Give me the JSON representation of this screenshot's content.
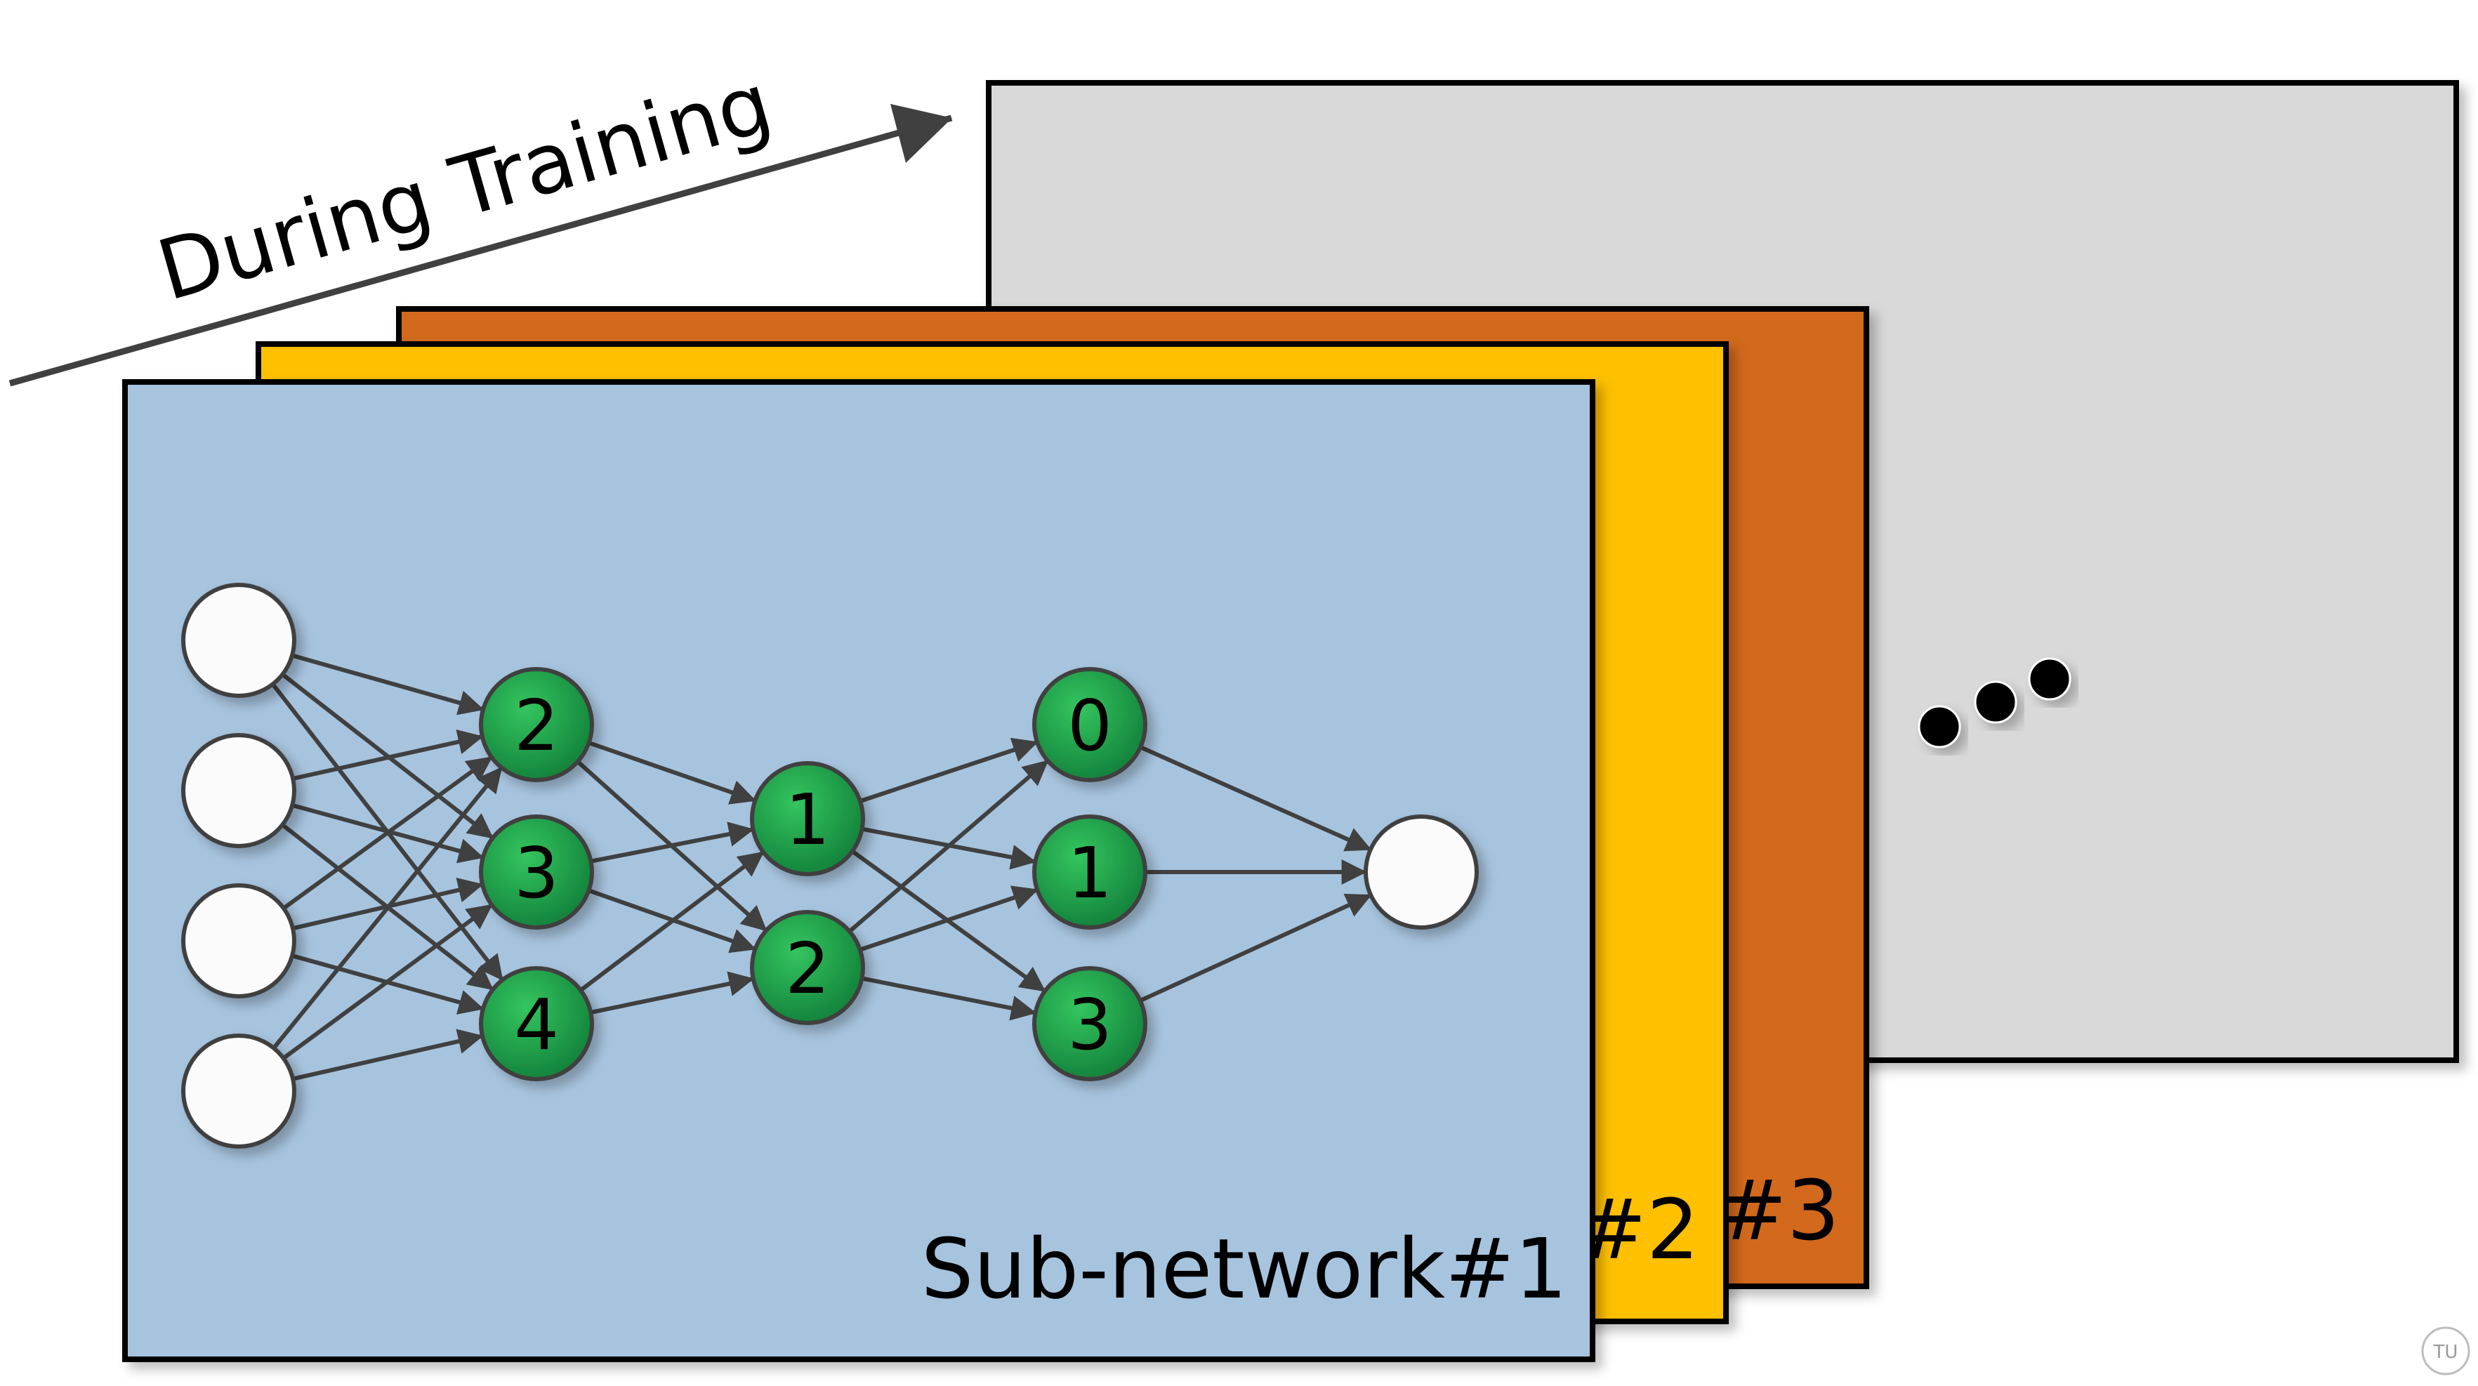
{
  "header": {
    "arrow_label": "During Training"
  },
  "colors": {
    "panel1": "#a7c4de",
    "panel2": "#ffc000",
    "panel3": "#d2691c",
    "panel4": "#d9d9d9",
    "node_green": "#1f9e45",
    "edge": "#404040"
  },
  "panels": {
    "p1": {
      "label": "Sub-network#1"
    },
    "p2": {
      "label": "#2"
    },
    "p3": {
      "label": "#3"
    },
    "p4": {
      "ellipsis_icon": "ellipsis-dots"
    }
  },
  "network": {
    "layer1": {
      "labels": [
        "2",
        "3",
        "4"
      ]
    },
    "layer2": {
      "labels": [
        "1",
        "2"
      ]
    },
    "layer3": {
      "labels": [
        "0",
        "1",
        "3"
      ]
    }
  },
  "watermark": {
    "text": "TU"
  }
}
